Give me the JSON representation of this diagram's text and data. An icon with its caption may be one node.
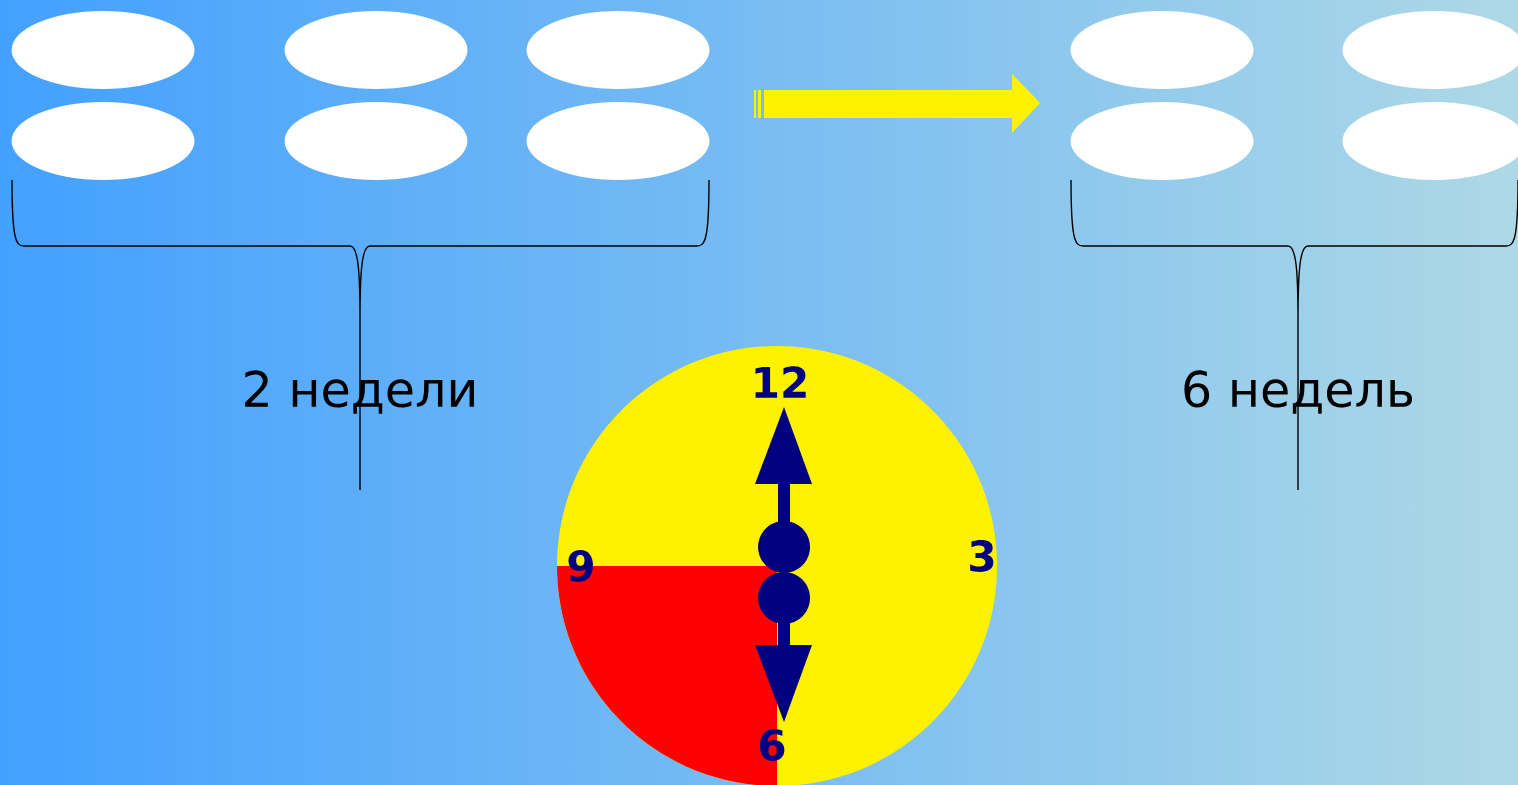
{
  "diagram": {
    "nodes": [
      {
        "text": [],
        "shape": "ellipse"
      },
      {
        "text": [],
        "shape": "ellipse"
      },
      {
        "text": [],
        "shape": "ellipse"
      },
      {
        "text": [],
        "shape": "ellipse"
      },
      {
        "text": [],
        "shape": "ellipse"
      },
      {
        "text": [],
        "shape": "ellipse"
      },
      {
        "text": [],
        "shape": "ellipse"
      },
      {
        "text": [],
        "shape": "ellipse"
      },
      {
        "text": [],
        "shape": "ellipse"
      },
      {
        "text": [],
        "shape": "ellipse"
      }
    ],
    "labels": [
      "2 недели",
      "6 недель",
      "12",
      "9",
      "3",
      "6"
    ]
  }
}
